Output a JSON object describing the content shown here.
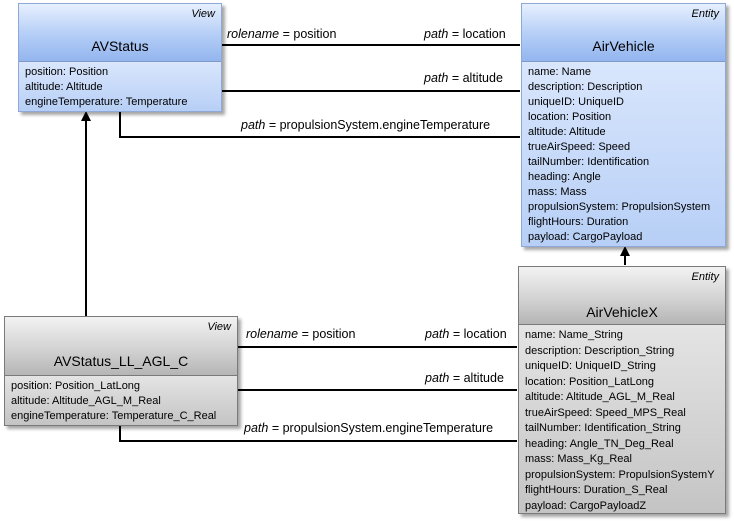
{
  "classes": {
    "avstatus": {
      "stereotype": "View",
      "name": "AVStatus",
      "attributes": [
        "position: Position",
        "altitude: Altitude",
        "engineTemperature: Temperature"
      ]
    },
    "airvehicle": {
      "stereotype": "Entity",
      "name": "AirVehicle",
      "attributes": [
        "name: Name",
        "description: Description",
        "uniqueID: UniqueID",
        "location: Position",
        "altitude: Altitude",
        "trueAirSpeed: Speed",
        "tailNumber: Identification",
        "heading: Angle",
        "mass: Mass",
        "propulsionSystem: PropulsionSystem",
        "flightHours: Duration",
        "payload: CargoPayload"
      ]
    },
    "avstatus_ll": {
      "stereotype": "View",
      "name": "AVStatus_LL_AGL_C",
      "attributes": [
        "position: Position_LatLong",
        "altitude: Altitude_AGL_M_Real",
        "engineTemperature: Temperature_C_Real"
      ]
    },
    "airvehiclex": {
      "stereotype": "Entity",
      "name": "AirVehicleX",
      "attributes": [
        "name: Name_String",
        "description: Description_String",
        "uniqueID: UniqueID_String",
        "location: Position_LatLong",
        "altitude: Altitude_AGL_M_Real",
        "trueAirSpeed: Speed_MPS_Real",
        "tailNumber: Identification_String",
        "heading: Angle_TN_Deg_Real",
        "mass: Mass_Kg_Real",
        "propulsionSystem: PropulsionSystemY",
        "flightHours: Duration_S_Real",
        "payload: CargoPayloadZ"
      ]
    }
  },
  "keywords": {
    "rolename": "rolename",
    "path": "path"
  },
  "labels": {
    "equals": " = ",
    "position": "position",
    "location": "location",
    "altitude": "altitude",
    "engine_temp_path": "propulsionSystem.engineTemperature"
  }
}
